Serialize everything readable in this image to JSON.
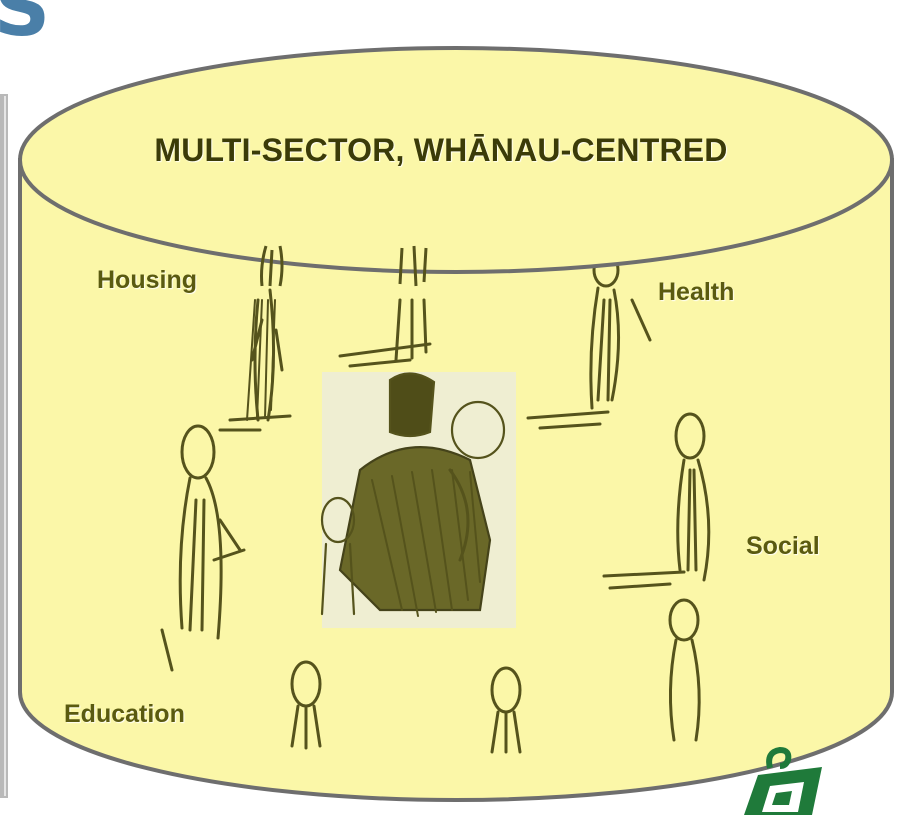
{
  "diagram": {
    "title": "MULTI-SECTOR, WHĀNAU-CENTRED",
    "sectors": {
      "housing": "Housing",
      "health": "Health",
      "social": "Social",
      "education": "Education"
    },
    "slide_fragment_letter": "S",
    "colors": {
      "cylinder_fill": "#fbf7a8",
      "cylinder_outline": "#6e6e6e",
      "label_text": "#5a5a10",
      "sketch_ink": "#55531c",
      "logo_green": "#1f7a3a",
      "accent_blue": "#4a7fa8"
    },
    "icons": [
      "family-sketch",
      "person-figure-sketch",
      "logo-koru"
    ]
  }
}
